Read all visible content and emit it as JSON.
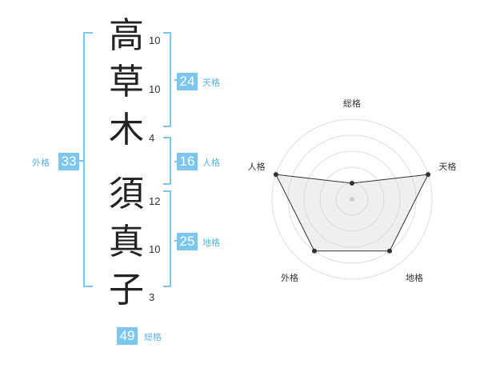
{
  "name": {
    "chars": [
      {
        "char": "高",
        "strokes": "10"
      },
      {
        "char": "草",
        "strokes": "10"
      },
      {
        "char": "木",
        "strokes": "4"
      },
      {
        "char": "須",
        "strokes": "12"
      },
      {
        "char": "真",
        "strokes": "10"
      },
      {
        "char": "子",
        "strokes": "3"
      }
    ]
  },
  "fortunes": {
    "tenkaku": {
      "label": "天格",
      "value": "24"
    },
    "jinkaku": {
      "label": "人格",
      "value": "16"
    },
    "chikaku": {
      "label": "地格",
      "value": "25"
    },
    "gaikaku": {
      "label": "外格",
      "value": "33"
    },
    "soukaku": {
      "label": "総格",
      "value": "49"
    }
  },
  "colors": {
    "accent": "#7cc7f2",
    "label": "#5ab4e6",
    "text": "#222222"
  },
  "chart_data": {
    "type": "radar",
    "axes": [
      "総格",
      "天格",
      "地格",
      "外格",
      "人格"
    ],
    "values": [
      1,
      5,
      4,
      4,
      5
    ],
    "max": 5,
    "rings": 5
  }
}
